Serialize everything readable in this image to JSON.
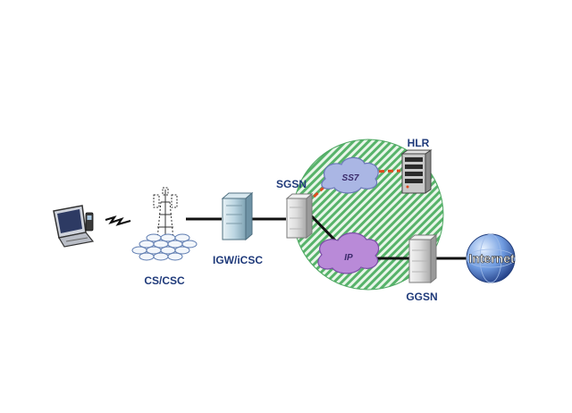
{
  "labels": {
    "cs_csc": "CS/CSC",
    "igw_icsc": "IGW/iCSC",
    "sgsn": "SGSN",
    "hlr": "HLR",
    "ggsn": "GGSN",
    "ss7": "SS7",
    "ip": "IP",
    "internet": "Internet"
  },
  "colors": {
    "packet_domain": "#57b36a",
    "ss7_cloud": "#aab6e4",
    "ip_cloud": "#b98ad8",
    "backbone_link": "#111111",
    "signaling_link": "#e04a1e",
    "label_text": "#1f3a7a"
  },
  "icons": {
    "terminal": "laptop-phone-icon",
    "radio": "antenna-tower-icon",
    "cells": "cell-grid-icon",
    "servers": "server-rack-icon",
    "database": "hlr-rack-icon",
    "internet": "globe-icon"
  }
}
